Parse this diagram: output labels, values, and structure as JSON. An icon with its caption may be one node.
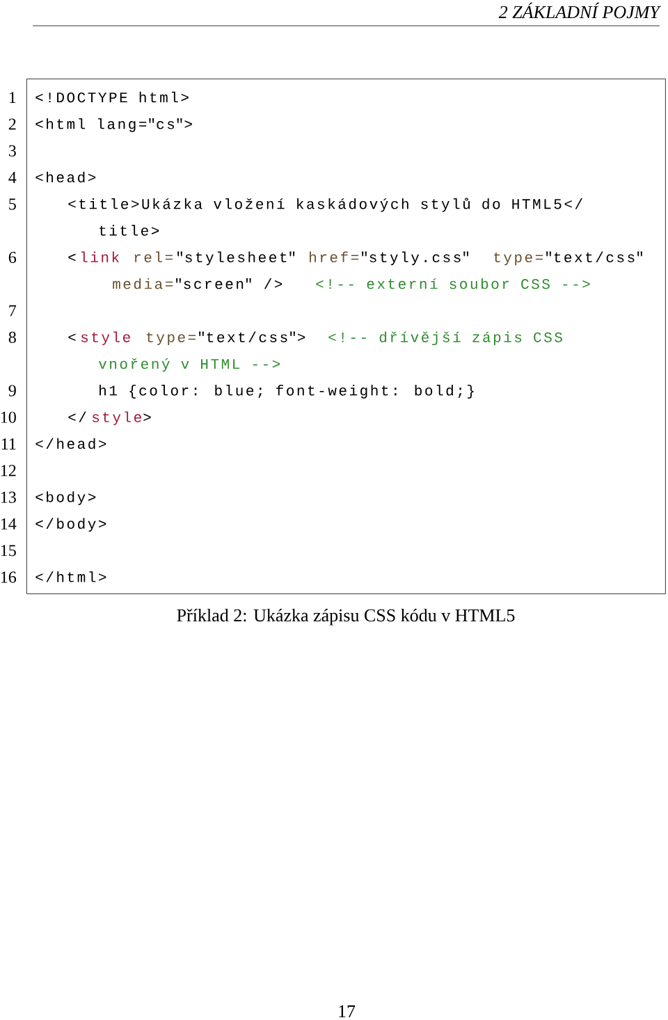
{
  "diagram": {
    "caption": "Příklad 2: Ukázka zápisu CSS kódu v HTML5",
    "nodes": [
      {
        "text": [
          "<!DOCTYPE html>",
          "<html lang=\"cs\">",
          "<head>",
          "<title>Ukázka vložení kaskádových stylů do HTML5</",
          "title>",
          "<",
          "link",
          "rel=",
          "\"stylesheet\"",
          "href=",
          "\"styly.css\"",
          "type=",
          "\"text/css\"",
          "media=",
          "\"screen\" />",
          "<!-- externí soubor CSS -->",
          "<",
          "style",
          "type=",
          "\"text/css\">",
          "<!-- dřívější zápis CSS",
          "vnořený v HTML -->",
          "h1 {color: blue; font-weight: bold;}",
          "</",
          "style",
          ">",
          "</head>",
          "<body>",
          "</body>",
          "</html>"
        ]
      }
    ],
    "edges": [],
    "labels": [
      "2 ZÁKLADNÍ POJMY",
      "1",
      "2",
      "3",
      "4",
      "5",
      "6",
      "7",
      "8",
      "9",
      "10",
      "11",
      "12",
      "13",
      "14",
      "15",
      "16",
      "17"
    ]
  }
}
